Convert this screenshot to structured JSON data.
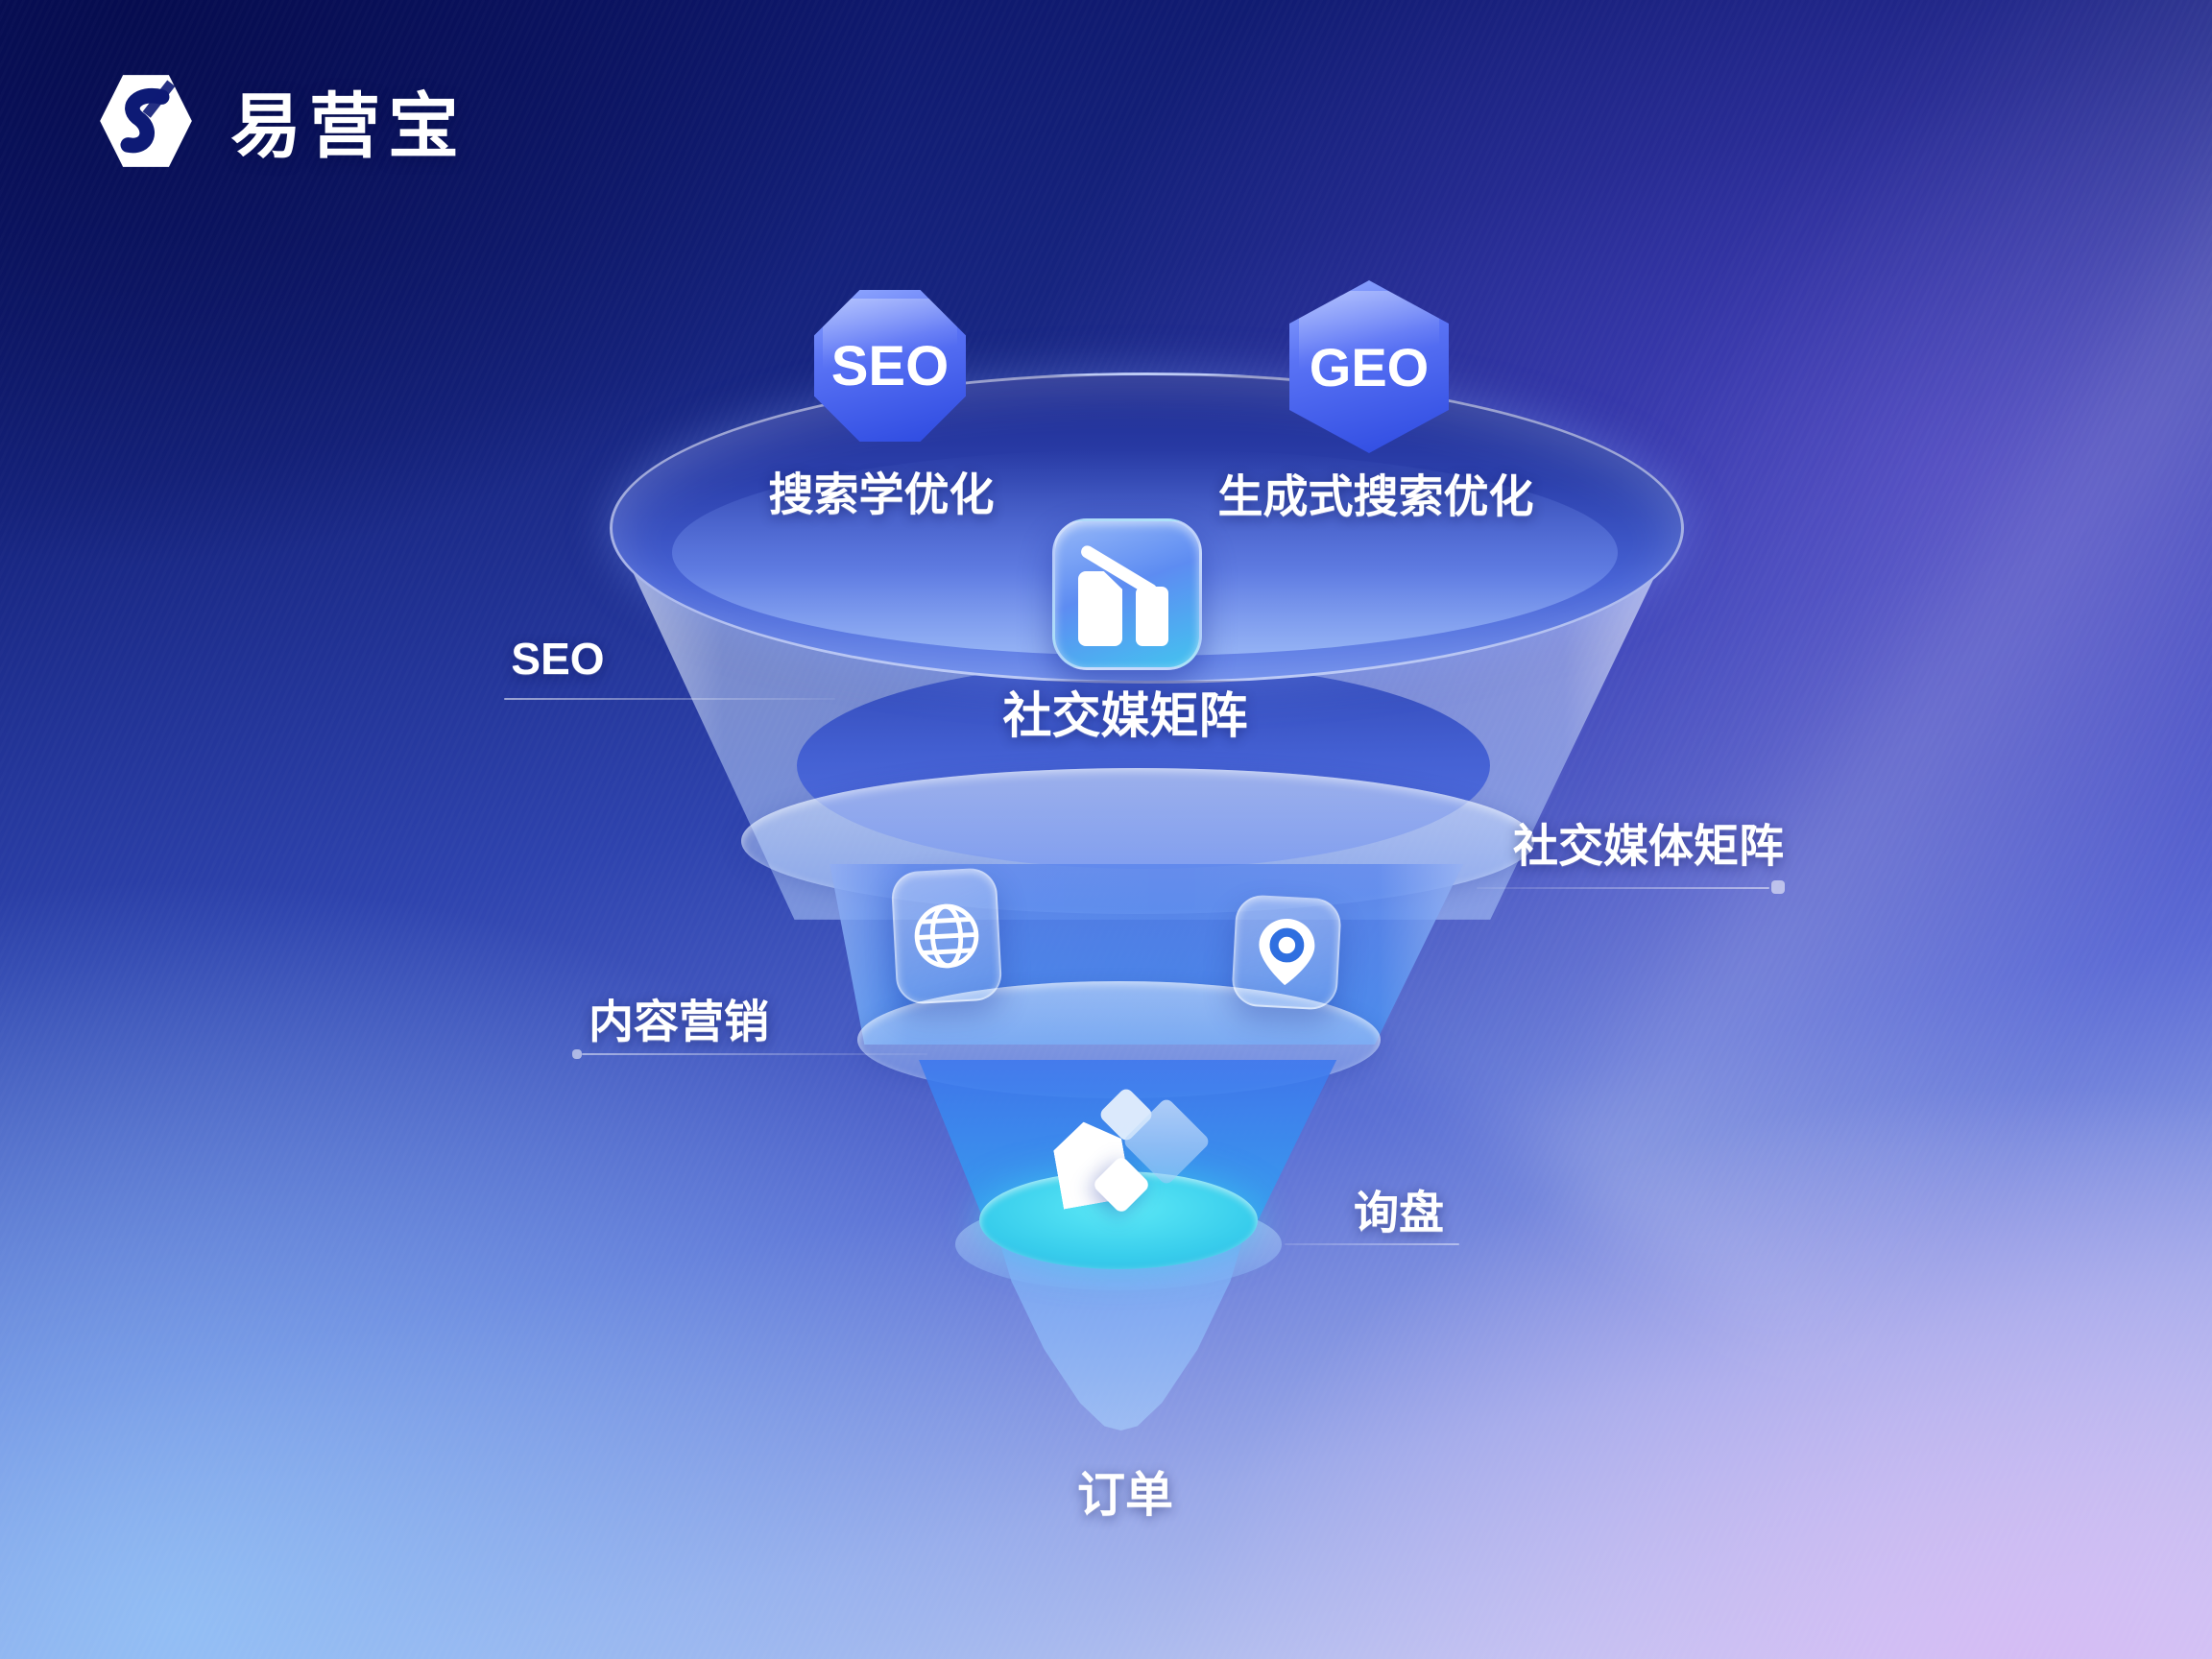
{
  "brand": {
    "name": "易营宝"
  },
  "funnel": {
    "seo_badge": {
      "label": "SEO",
      "caption": "搜索学优化"
    },
    "geo_badge": {
      "label": "GEO",
      "caption": "生成式搜索优化"
    },
    "social_tile": {
      "caption": "社交媒矩阵"
    }
  },
  "labels": {
    "left_seo": "SEO",
    "left_content": "内容营销",
    "right_social": "社交媒体矩阵",
    "right_inquiry": "询盘",
    "bottom_order": "订单"
  },
  "icons": {
    "logo": "hexagon-s-logo-icon",
    "social": "bar-chart-icon",
    "tier_web": "globe-icon",
    "tier_location": "location-pin-icon",
    "tier_blocks": "cubes-icon"
  },
  "colors": {
    "badge_blue": "#2f55e8",
    "funnel_cyan": "#35cdec",
    "bg_navy": "#0a1263",
    "bg_lavender": "#d5bcf2"
  }
}
